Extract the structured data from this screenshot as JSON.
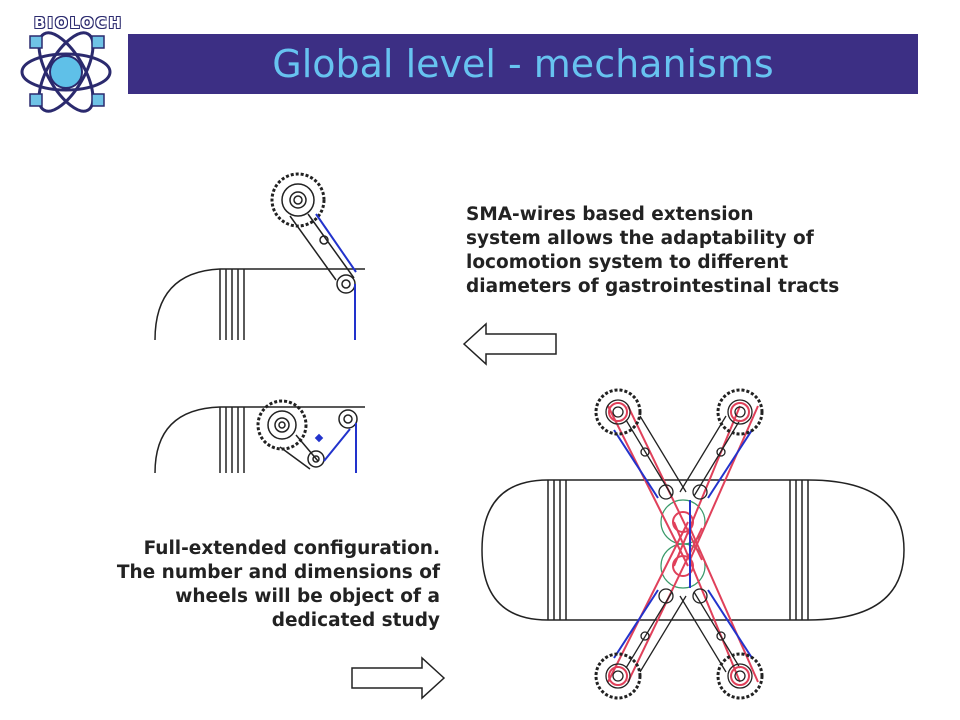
{
  "header": {
    "logo_text": "BIOLOCH",
    "title": "Global level - mechanisms",
    "title_bar_color": "#3c2f84",
    "title_text_color": "#67c3f0"
  },
  "captions": {
    "extension_system": [
      "SMA-wires based extension",
      "system allows the adaptability of",
      "locomotion system to different",
      "diameters of gastrointestinal tracts"
    ],
    "full_extended": [
      "Full-extended configuration.",
      "The number and dimensions of",
      "wheels will be object of a",
      "dedicated study"
    ]
  },
  "arrows": {
    "top": "left-arrow",
    "bottom": "right-arrow"
  },
  "colors": {
    "wire_blue": "#2233cc",
    "belt_red": "#e0405a",
    "outline": "#222222"
  }
}
